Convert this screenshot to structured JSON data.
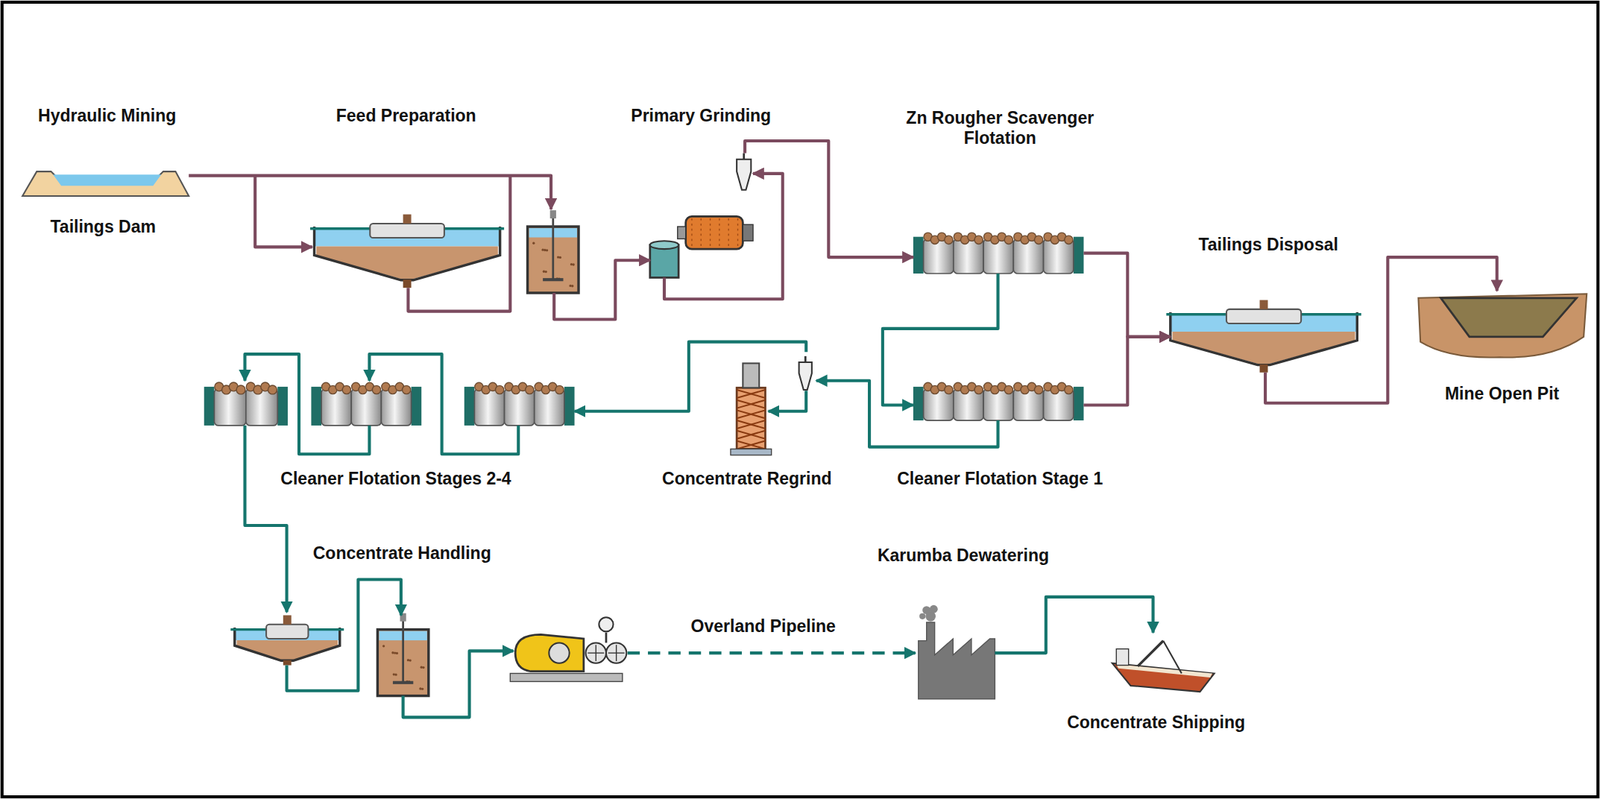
{
  "diagram": {
    "nodes": [
      {
        "text": [
          "Hydraulic Mining",
          "Tailings Dam"
        ]
      },
      {
        "text": [
          "Feed Preparation"
        ]
      },
      {
        "text": [
          "Primary Grinding"
        ]
      },
      {
        "text": [
          "Zn Rougher Scavenger Flotation"
        ]
      },
      {
        "text": [
          "Cleaner Flotation Stage 1"
        ]
      },
      {
        "text": [
          "Concentrate Regrind"
        ]
      },
      {
        "text": [
          "Cleaner Flotation Stages 2-4"
        ]
      },
      {
        "text": [
          "Tailings Disposal"
        ]
      },
      {
        "text": [
          "Mine Open Pit"
        ]
      },
      {
        "text": [
          "Concentrate Handling"
        ]
      },
      {
        "text": [
          "Karumba Dewatering"
        ]
      },
      {
        "text": [
          "Concentrate Shipping"
        ]
      }
    ],
    "edges": [
      {
        "from": 0,
        "to": 1,
        "arrow": "to"
      },
      {
        "from": 1,
        "to": 2,
        "arrow": "to"
      },
      {
        "from": 2,
        "to": 3,
        "arrow": "to"
      },
      {
        "from": 3,
        "to": 4,
        "arrow": "to"
      },
      {
        "from": 3,
        "to": 7,
        "arrow": "to"
      },
      {
        "from": 4,
        "to": 7,
        "arrow": "to"
      },
      {
        "from": 4,
        "to": 5,
        "arrow": "to"
      },
      {
        "from": 5,
        "to": 6,
        "arrow": "to"
      },
      {
        "from": 7,
        "to": 8,
        "arrow": "to"
      },
      {
        "from": 6,
        "to": 9,
        "arrow": "to"
      },
      {
        "from": 9,
        "to": 10,
        "label": "Overland Pipeline",
        "arrow": "to"
      },
      {
        "from": 10,
        "to": 11,
        "arrow": "to"
      }
    ]
  }
}
